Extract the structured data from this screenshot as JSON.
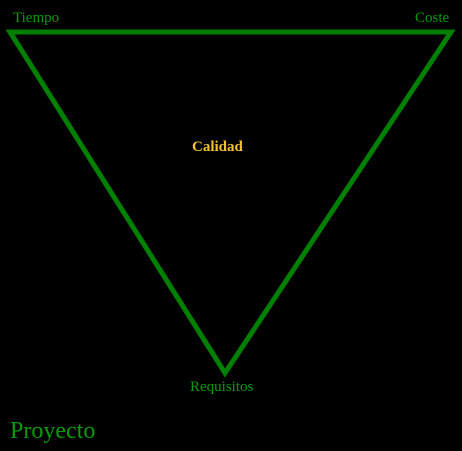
{
  "colors": {
    "background": "#000000",
    "triangle_stroke": "#008000",
    "vertex_label": "#0a9a0a",
    "center_label": "#f2c12e",
    "title": "#0a9a0a"
  },
  "triangle": {
    "vertices": {
      "top_left": "Tiempo",
      "top_right": "Coste",
      "bottom": "Requisitos"
    },
    "center": "Calidad"
  },
  "title": "Proyecto"
}
